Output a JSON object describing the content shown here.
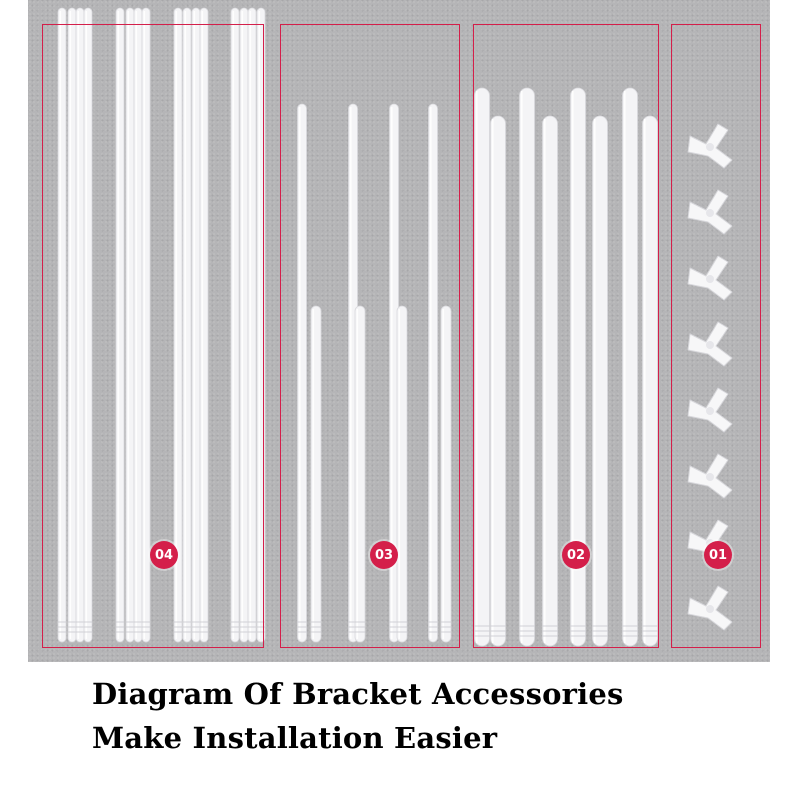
{
  "groups": [
    {
      "badge": "04"
    },
    {
      "badge": "03"
    },
    {
      "badge": "02"
    },
    {
      "badge": "01"
    }
  ],
  "caption": {
    "line1": "Diagram Of Bracket Accessories",
    "line2": "Make Installation Easier"
  },
  "colors": {
    "accent": "#d41f4a",
    "background": "#b5b5b7",
    "pole": "#f4f4f6"
  }
}
